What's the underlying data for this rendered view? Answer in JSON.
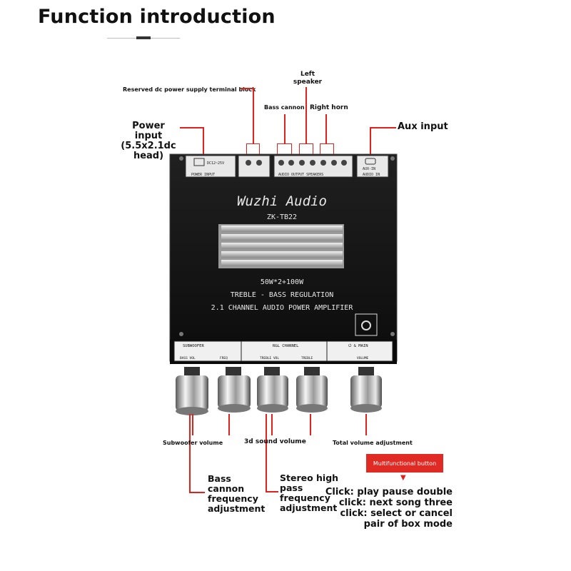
{
  "title": "Function introduction",
  "labels": {
    "reserved_dc": "Reserved dc power supply terminal block",
    "left_speaker": "Left speaker",
    "bass_cannon": "Bass cannon",
    "right_horn": "Right horn",
    "power_input": "Power input (5.5x2.1dc head)",
    "aux_input": "Aux input",
    "subwoofer_volume": "Subwoofer volume",
    "sound_3d_volume": "3d sound volume",
    "total_volume": "Total volume adjustment",
    "bass_freq": "Bass cannon frequency adjustment",
    "stereo_hp": "Stereo high pass frequency adjustment"
  },
  "multifunction": {
    "button_label": "Multifunctional button",
    "arrow": "▼",
    "description": "Click: play pause double click: next song three click: select or cancel pair of box mode"
  },
  "board": {
    "brand": "Wuzhi Audio",
    "model": "ZK-TB22",
    "power_rating": "50W*2+100W",
    "regulation": "TREBLE - BASS REGULATION",
    "amp_type": "2.1 CHANNEL AUDIO POWER AMPLIFIER",
    "top_power": "POWER INPUT",
    "top_power_spec": "DC12~25V",
    "top_speakers": "AUDIO OUTPUT SPEAKERS",
    "top_aux": "AUDIO IN",
    "top_aux_spec": "AUX-IN",
    "section_subwoofer": "SUBWOOFER",
    "section_rl": "R&L CHANNEL",
    "section_main": "⏻ & MAIN",
    "knob_bass_vol": "BASS VOL",
    "knob_freq": "FREQ",
    "knob_treble_vol": "TREBLE VOL",
    "knob_treble": "TREBLE",
    "knob_volume": "VOLUME"
  },
  "colors": {
    "accent_red": "#e0211c",
    "board_black": "#111111",
    "heatsink": "#cfcfcf"
  }
}
